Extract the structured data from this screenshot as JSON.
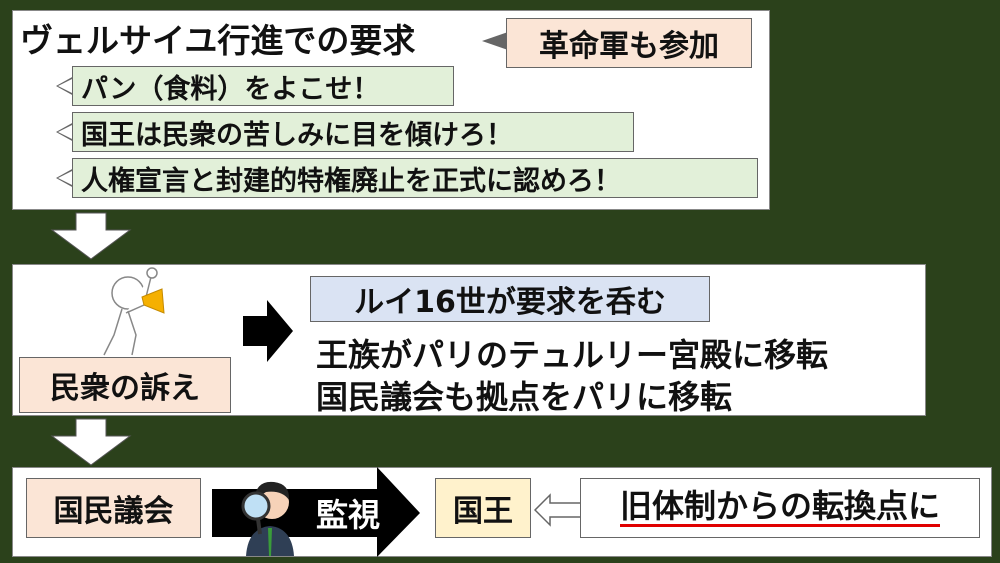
{
  "top": {
    "title": "ヴェルサイユ行進での要求",
    "note": "革命軍も参加",
    "demands": [
      "パン（食料）をよこせ！",
      "国王は民衆の苦しみに目を傾けろ！",
      "人権宣言と封建的特権廃止を正式に認めろ！"
    ]
  },
  "middle": {
    "people_label": "民衆の訴え",
    "king_accepts": "ルイ16世が要求を呑む",
    "results": [
      "王族がパリのテュルリー宮殿に移転",
      "国民議会も拠点をパリに移転"
    ]
  },
  "bottom": {
    "assembly": "国民議会",
    "watch": "監視",
    "king": "国王",
    "turning_point": "旧体制からの転換点に"
  },
  "colors": {
    "background": "#2b411b",
    "peach": "#fbe5d6",
    "green": "#e2f0d9",
    "blue": "#dae3f3",
    "yellow": "#fff2cc",
    "underline": "#e00000"
  }
}
